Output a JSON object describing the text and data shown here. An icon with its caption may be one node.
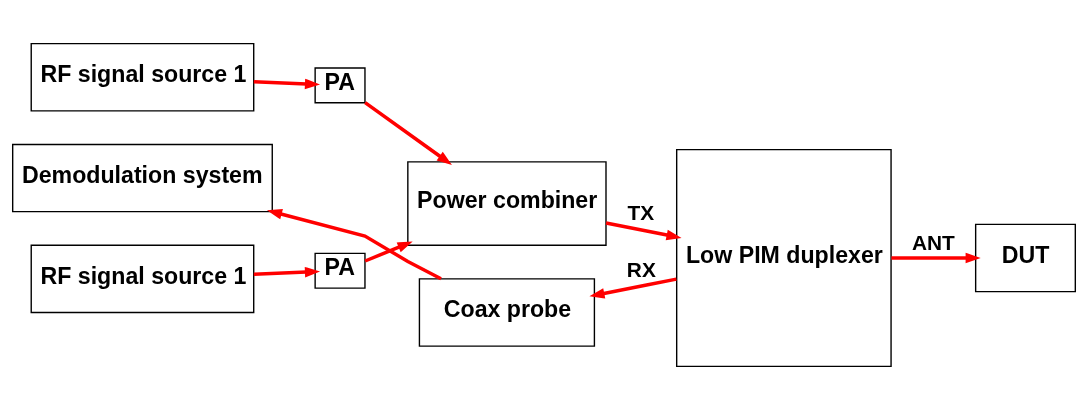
{
  "diagram": {
    "nodes": [
      {
        "text": [
          "RF signal source 1"
        ]
      },
      {
        "text": [
          "PA"
        ]
      },
      {
        "text": [
          "RF signal source 1"
        ]
      },
      {
        "text": [
          "PA"
        ]
      },
      {
        "text": [
          "Power combiner"
        ]
      },
      {
        "text": [
          "Low PIM duplexer"
        ]
      },
      {
        "text": [
          "DUT"
        ]
      },
      {
        "text": [
          "Coax probe"
        ]
      },
      {
        "text": [
          "Demodulation system"
        ]
      }
    ],
    "edges": [
      {
        "from": 0,
        "to": 1,
        "arrow": "to"
      },
      {
        "from": 1,
        "to": 4,
        "arrow": "to"
      },
      {
        "from": 2,
        "to": 3,
        "arrow": "to"
      },
      {
        "from": 3,
        "to": 4,
        "arrow": "to"
      },
      {
        "from": 4,
        "to": 5,
        "arrow": "to",
        "label": "TX"
      },
      {
        "from": 5,
        "to": 6,
        "arrow": "to",
        "label": "ANT"
      },
      {
        "from": 5,
        "to": 7,
        "arrow": "to",
        "label": "RX"
      },
      {
        "from": 7,
        "to": 8,
        "arrow": "to"
      }
    ]
  }
}
